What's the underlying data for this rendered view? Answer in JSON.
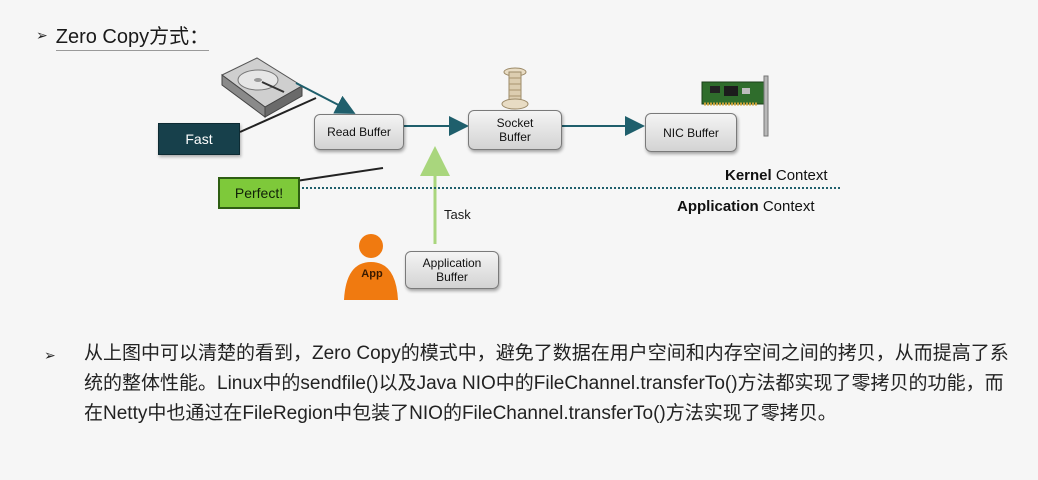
{
  "heading": {
    "bullet": "➢",
    "title": "Zero Copy方式："
  },
  "diagram": {
    "boxes": {
      "read_buffer": "Read Buffer",
      "socket_buffer_line1": "Socket",
      "socket_buffer_line2": "Buffer",
      "nic_buffer": "NIC Buffer",
      "application_buffer_line1": "Application",
      "application_buffer_line2": "Buffer"
    },
    "fast_label": "Fast",
    "perfect_label": "Perfect!",
    "task_label": "Task",
    "app_label": "App",
    "kernel_context": {
      "bold": "Kernel",
      "normal": " Context"
    },
    "application_context": {
      "bold": "Application",
      "normal": " Context"
    },
    "colors": {
      "arrow": "#1f5f6c",
      "task_arrow": "#b6df8e",
      "fast_bg": "#17404b",
      "perfect_bg": "#7ec93a",
      "person": "#f07a10"
    }
  },
  "paragraph": {
    "bullet": "➢",
    "text": "从上图中可以清楚的看到，Zero Copy的模式中，避免了数据在用户空间和内存空间之间的拷贝，从而提高了系统的整体性能。Linux中的sendfile()以及Java NIO中的FileChannel.transferTo()方法都实现了零拷贝的功能，而在Netty中也通过在FileRegion中包装了NIO的FileChannel.transferTo()方法实现了零拷贝。"
  }
}
